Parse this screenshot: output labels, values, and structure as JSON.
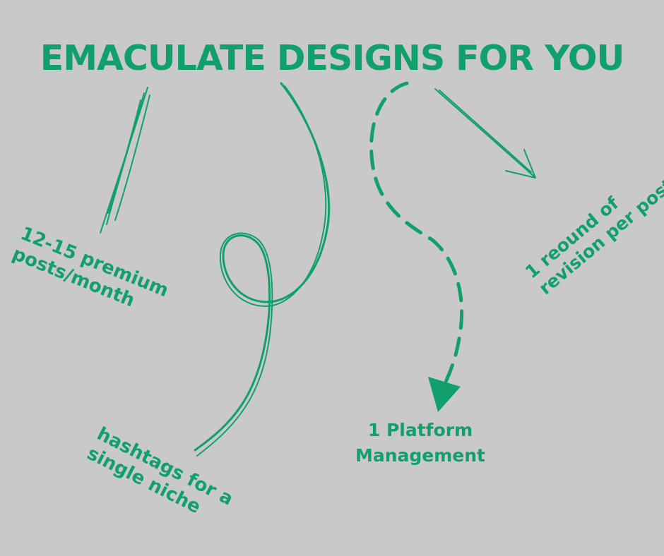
{
  "headline": "EMACULATE DESIGNS FOR YOU",
  "notes": {
    "posts": [
      "12-15 premium",
      "posts/month"
    ],
    "hashtags": [
      "hashtags for a",
      "single niche"
    ],
    "platform": [
      "1 Platform",
      "Management"
    ],
    "revision": [
      "1 reound of",
      "revision per post"
    ]
  },
  "colors": {
    "background": "#c9c9c9",
    "accent": "#11a06b"
  }
}
